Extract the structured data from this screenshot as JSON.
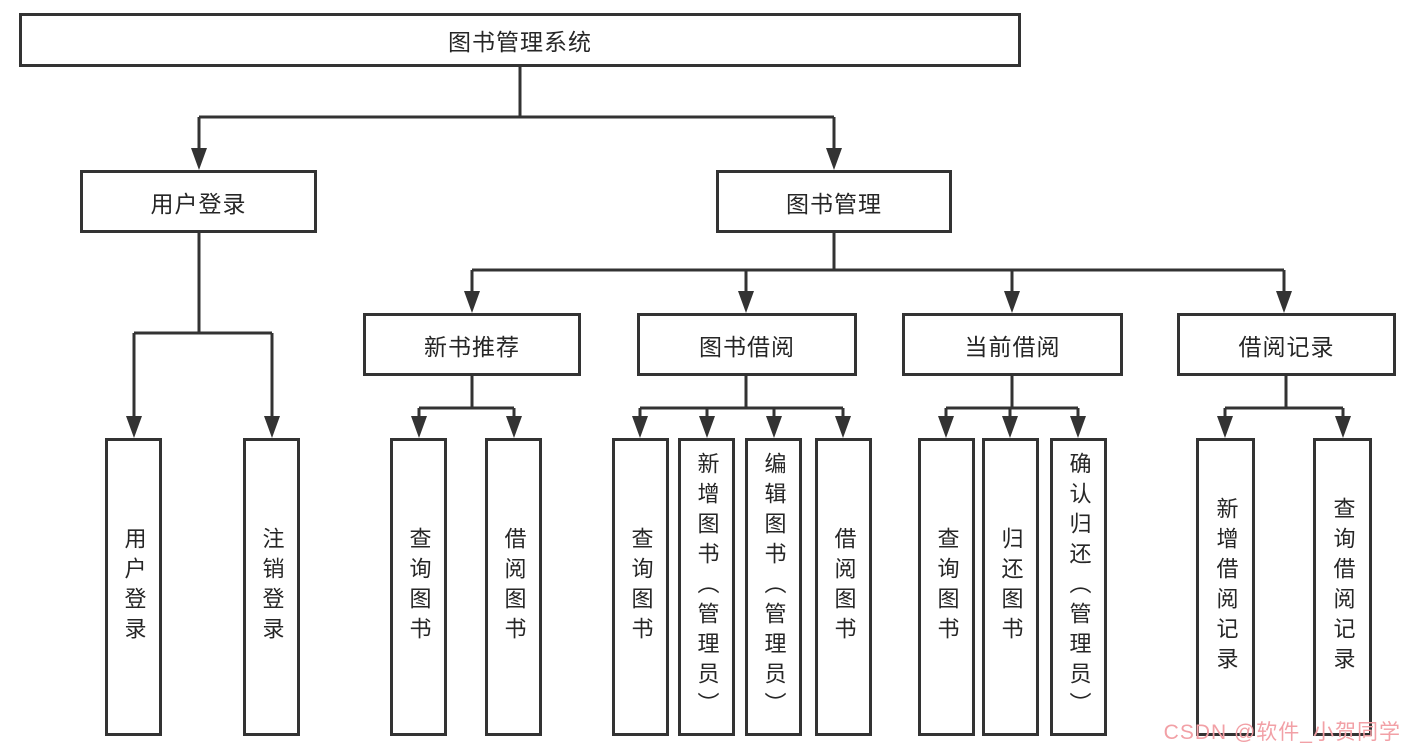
{
  "diagram": {
    "root": "图书管理系统",
    "level2": {
      "user_login": "用户登录",
      "book_management": "图书管理"
    },
    "level3": {
      "new_book": "新书推荐",
      "borrow": "图书借阅",
      "current": "当前借阅",
      "records": "借阅记录"
    },
    "leaves": {
      "user_login": [
        "用户登录",
        "注销登录"
      ],
      "new_book": [
        "查询图书",
        "借阅图书"
      ],
      "borrow": [
        "查询图书",
        "新增图书（管理员）",
        "编辑图书（管理员）",
        "借阅图书"
      ],
      "current": [
        "查询图书",
        "归还图书",
        "确认归还（管理员）"
      ],
      "records": [
        "新增借阅记录",
        "查询借阅记录"
      ]
    }
  },
  "watermark": {
    "text": "CSDN @软件_小贺同学"
  },
  "colors": {
    "line": "#333333",
    "text": "#262626",
    "watermark": "#f2a0a6",
    "background": "#ffffff"
  }
}
